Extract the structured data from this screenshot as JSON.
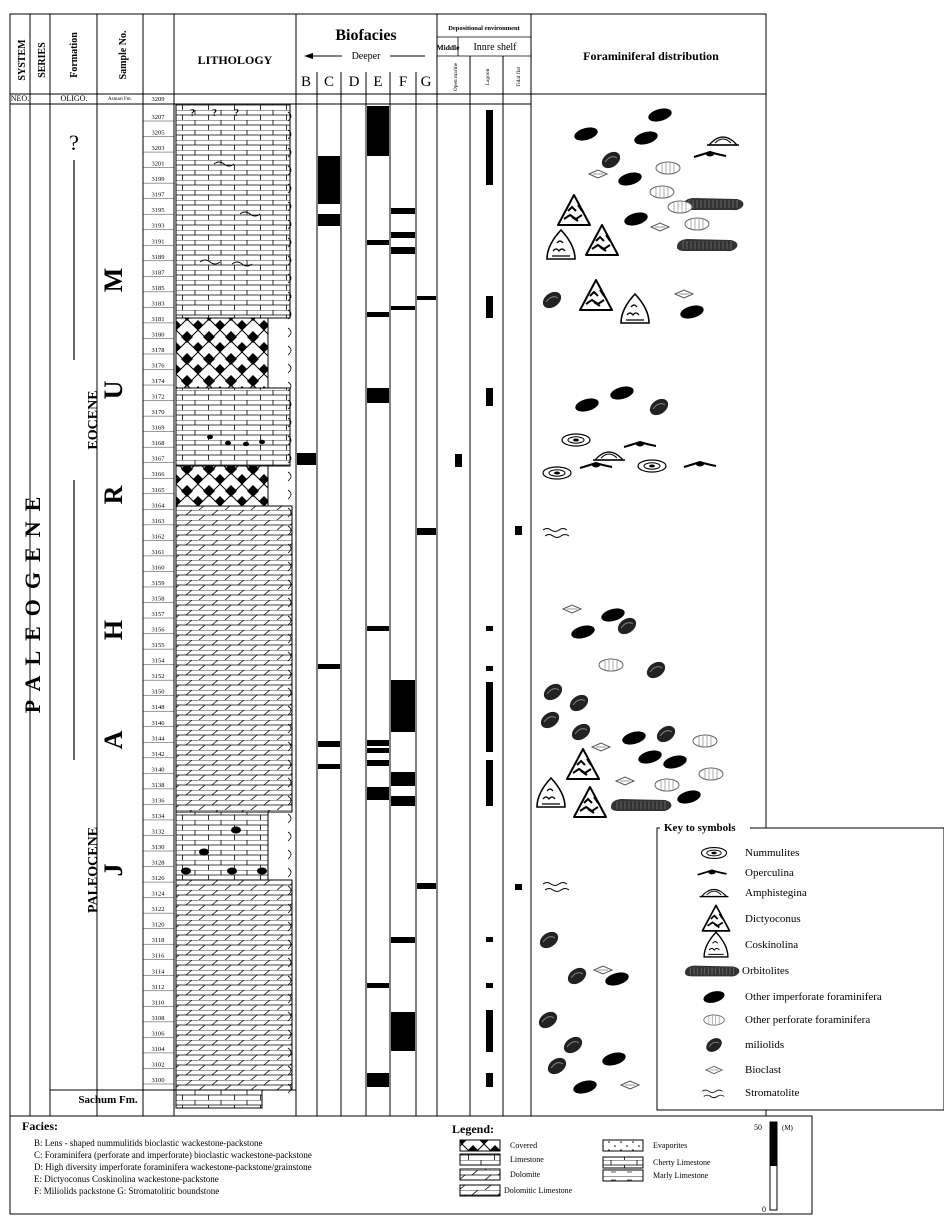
{
  "headers": {
    "system": "SYSTEM",
    "series": "SERIES",
    "formation": "Formation",
    "sample_no": "Sample No.",
    "lithology": "LITHOLOGY",
    "biofacies": "Biofacies",
    "deeper": "Deeper",
    "biofacies_letters": [
      "B",
      "C",
      "D",
      "E",
      "F",
      "G"
    ],
    "depositional_environment": "Depositional environment",
    "middle": "Middle",
    "inner_shelf": "Innre shelf",
    "env_columns": [
      "Open marine",
      "Lagoon",
      "Tidal flat"
    ],
    "foraminiferal_distribution": "Foraminiferal distribution"
  },
  "top_row": {
    "system": "NEO.",
    "series": "OLIGO.",
    "formation": "Asmari Fm.",
    "sample": "3209"
  },
  "system_name": "PALEOGENE",
  "series_names": {
    "upper": "EOCENE",
    "lower": "PALEOCENE",
    "question": "?"
  },
  "formation_name": "JAHRUM",
  "base_formation": "Sachum Fm.",
  "samples": [
    "3207",
    "3205",
    "3203",
    "3201",
    "3199",
    "3197",
    "3195",
    "3193",
    "3191",
    "3189",
    "3187",
    "3185",
    "3183",
    "3181",
    "3180",
    "3178",
    "3176",
    "3174",
    "3172",
    "3170",
    "3169",
    "3168",
    "3167",
    "3166",
    "3165",
    "3164",
    "3163",
    "3162",
    "3161",
    "3160",
    "3159",
    "3158",
    "3157",
    "3156",
    "3155",
    "3154",
    "3152",
    "3150",
    "3148",
    "3146",
    "3144",
    "3142",
    "3140",
    "3138",
    "3136",
    "3134",
    "3132",
    "3130",
    "3128",
    "3126",
    "3124",
    "3122",
    "3120",
    "3118",
    "3116",
    "3114",
    "3112",
    "3110",
    "3108",
    "3106",
    "3104",
    "3102",
    "3100"
  ],
  "key": {
    "title": "Key to symbols",
    "items": [
      {
        "label": "Nummulites",
        "icon": "nummulites-icon"
      },
      {
        "label": "Operculina",
        "icon": "operculina-icon"
      },
      {
        "label": "Amphistegina",
        "icon": "amphistegina-icon"
      },
      {
        "label": "Dictyoconus",
        "icon": "dictyoconus-icon"
      },
      {
        "label": "Coskinolina",
        "icon": "coskinolina-icon"
      },
      {
        "label": "Orbitolites",
        "icon": "orbitolites-icon"
      },
      {
        "label": "Other imperforate foraminifera",
        "icon": "imperforate-icon"
      },
      {
        "label": "Other perforate foraminifera",
        "icon": "perforate-icon"
      },
      {
        "label": "miliolids",
        "icon": "miliolid-icon"
      },
      {
        "label": "Bioclast",
        "icon": "bioclast-icon"
      },
      {
        "label": "Stromatolite",
        "icon": "stromatolite-icon"
      }
    ]
  },
  "facies": {
    "title": "Facies:",
    "lines": [
      "B: Lens - shaped nummulitids bioclastic wackestone-packstone",
      "C: Foraminifera (perforate and imperforate) bioclastic wackestone-packstone",
      "D: High diversity imperforate foraminifera wackestone-packstone/grainstone",
      "E: Dictyoconus Coskinolina wackestone-packstone",
      "F: Miliolids packstone    G: Stromatolitic boundstone"
    ]
  },
  "legend": {
    "title": "Legend:",
    "items": [
      "Covered",
      "Limestone",
      "Dolomite",
      "Dolomitic Limestone",
      "Evaporites",
      "Cherty Limestone",
      "Marly Limestone"
    ]
  },
  "scale": {
    "top": "50",
    "unit": "(M)",
    "bottom": "0"
  }
}
